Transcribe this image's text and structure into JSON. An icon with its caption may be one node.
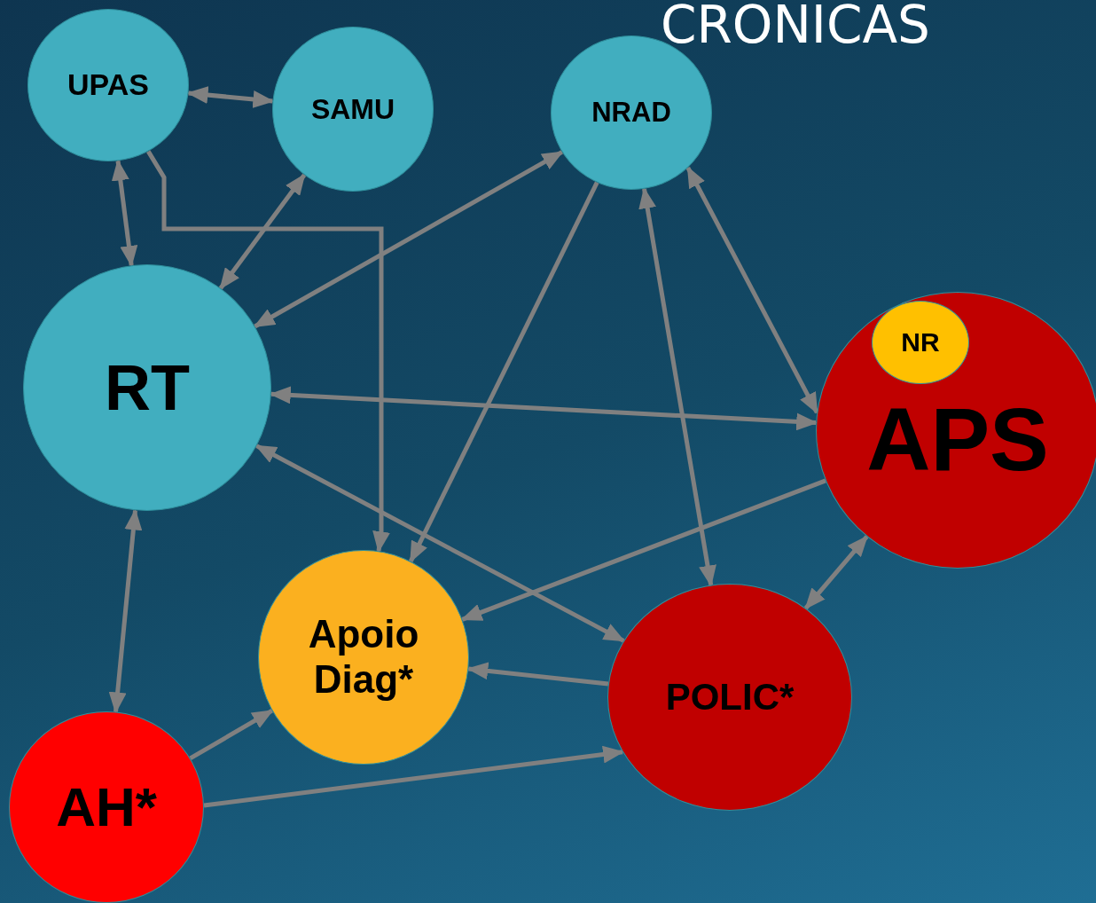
{
  "diagram": {
    "title": "CRONICAS",
    "nodes": [
      {
        "text": [
          "UPAS"
        ]
      },
      {
        "text": [
          "SAMU"
        ]
      },
      {
        "text": [
          "NRAD"
        ]
      },
      {
        "text": [
          "RT"
        ]
      },
      {
        "text": [
          "APS"
        ]
      },
      {
        "text": [
          "NR"
        ],
        "in": 4
      },
      {
        "text": [
          "Apoio Diag*"
        ]
      },
      {
        "text": [
          "POLIC*"
        ]
      },
      {
        "text": [
          "AH*"
        ]
      }
    ],
    "edges": [
      {
        "from": 0,
        "to": 1,
        "arrow": "both"
      },
      {
        "from": 0,
        "to": 3,
        "arrow": "both"
      },
      {
        "from": 1,
        "to": 3,
        "arrow": "both"
      },
      {
        "from": 0,
        "to": 6,
        "arrow": "to"
      },
      {
        "from": 2,
        "to": 3,
        "arrow": "both"
      },
      {
        "from": 2,
        "to": 6,
        "arrow": "to"
      },
      {
        "from": 2,
        "to": 7,
        "arrow": "both"
      },
      {
        "from": 2,
        "to": 4,
        "arrow": "both"
      },
      {
        "from": 3,
        "to": 4,
        "arrow": "both"
      },
      {
        "from": 3,
        "to": 7,
        "arrow": "both"
      },
      {
        "from": 4,
        "to": 6,
        "arrow": "to"
      },
      {
        "from": 4,
        "to": 7,
        "arrow": "both"
      },
      {
        "from": 7,
        "to": 6,
        "arrow": "to"
      },
      {
        "from": 3,
        "to": 8,
        "arrow": "both"
      },
      {
        "from": 8,
        "to": 6,
        "arrow": "to"
      },
      {
        "from": 8,
        "to": 7,
        "arrow": "to"
      }
    ]
  }
}
